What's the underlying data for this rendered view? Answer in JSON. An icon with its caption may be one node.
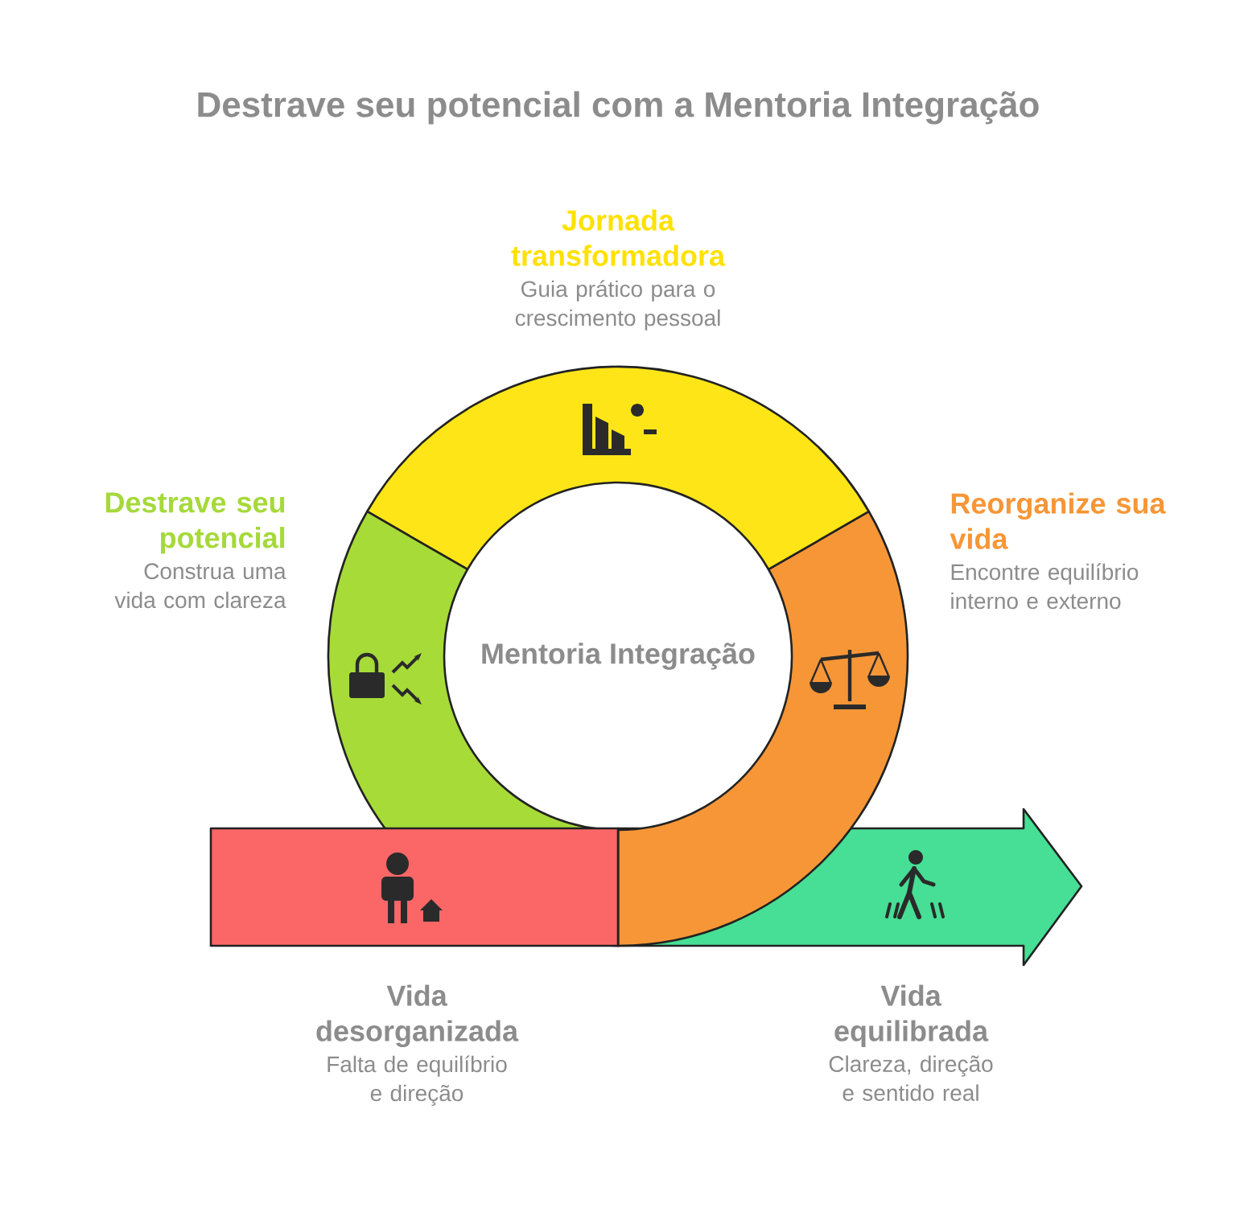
{
  "diagram": {
    "title": "Destrave seu potencial com a Mentoria Integração",
    "nodes": [
      {
        "text": [
          "Jornada transformadora",
          "Guia prático para o crescimento pessoal"
        ]
      },
      {
        "text": [
          "Destrave seu potencial",
          "Construa uma vida com clareza"
        ]
      },
      {
        "text": [
          "Reorganize sua vida",
          "Encontre equilíbrio interno e externo"
        ]
      },
      {
        "text": [
          "Vida desorganizada",
          "Falta de equilíbrio e direção"
        ]
      },
      {
        "text": [
          "Vida equilibrada",
          "Clareza, direção e sentido real"
        ]
      }
    ],
    "labels": [
      "Mentoria Integração"
    ]
  }
}
